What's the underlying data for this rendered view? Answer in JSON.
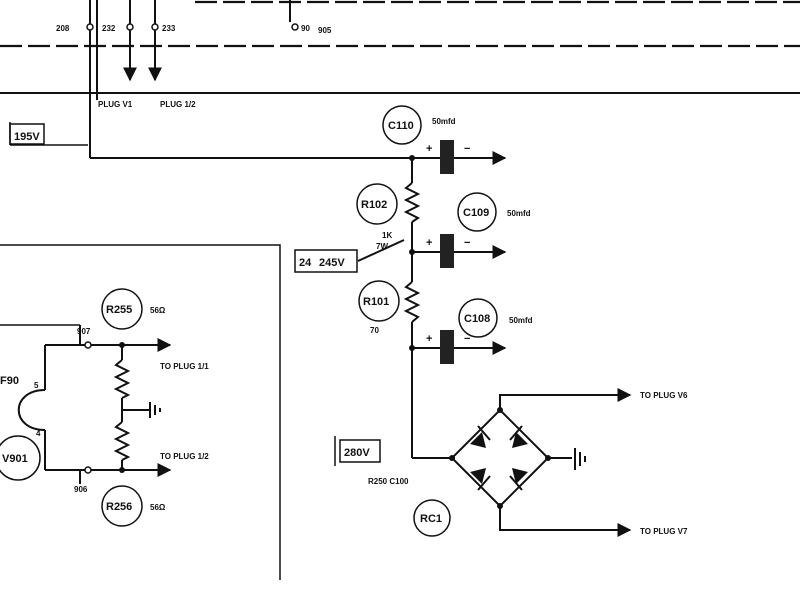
{
  "top": {
    "pins": [
      "208",
      "232",
      "233"
    ],
    "pin_right": "90",
    "pin_right2": "905"
  },
  "plugs": {
    "plug_v1": "PLUG V1",
    "plug_v2": "PLUG 1/2"
  },
  "voltages": {
    "v195": "195V",
    "v245": "245V",
    "v24": "24",
    "v280": "280V"
  },
  "caps": {
    "c110": {
      "ref": "C110",
      "value": "50mfd"
    },
    "c109": {
      "ref": "C109",
      "value": "50mfd"
    },
    "c108": {
      "ref": "C108",
      "value": "50mfd"
    }
  },
  "resistors": {
    "r102": {
      "ref": "R102",
      "value1": "1K",
      "value2": "7W"
    },
    "r101": {
      "ref": "R101",
      "value": "70"
    },
    "r255": {
      "ref": "R255",
      "value": "56Ω"
    },
    "r256": {
      "ref": "R256",
      "value": "56Ω"
    }
  },
  "left": {
    "f90": "F90",
    "f90_pin": "5",
    "v901": "V901",
    "v901_pin": "4",
    "n907": "907",
    "n906": "906"
  },
  "bridge": {
    "ref": "RC1",
    "feed": "R250 C100"
  },
  "destinations": {
    "to_plug_1_1": "TO PLUG 1/1",
    "to_plug_1_2": "TO PLUG 1/2",
    "to_plug_v6": "TO PLUG V6",
    "to_plug_v7": "TO PLUG V7"
  },
  "polarity": {
    "plus": "+",
    "minus": "−"
  }
}
